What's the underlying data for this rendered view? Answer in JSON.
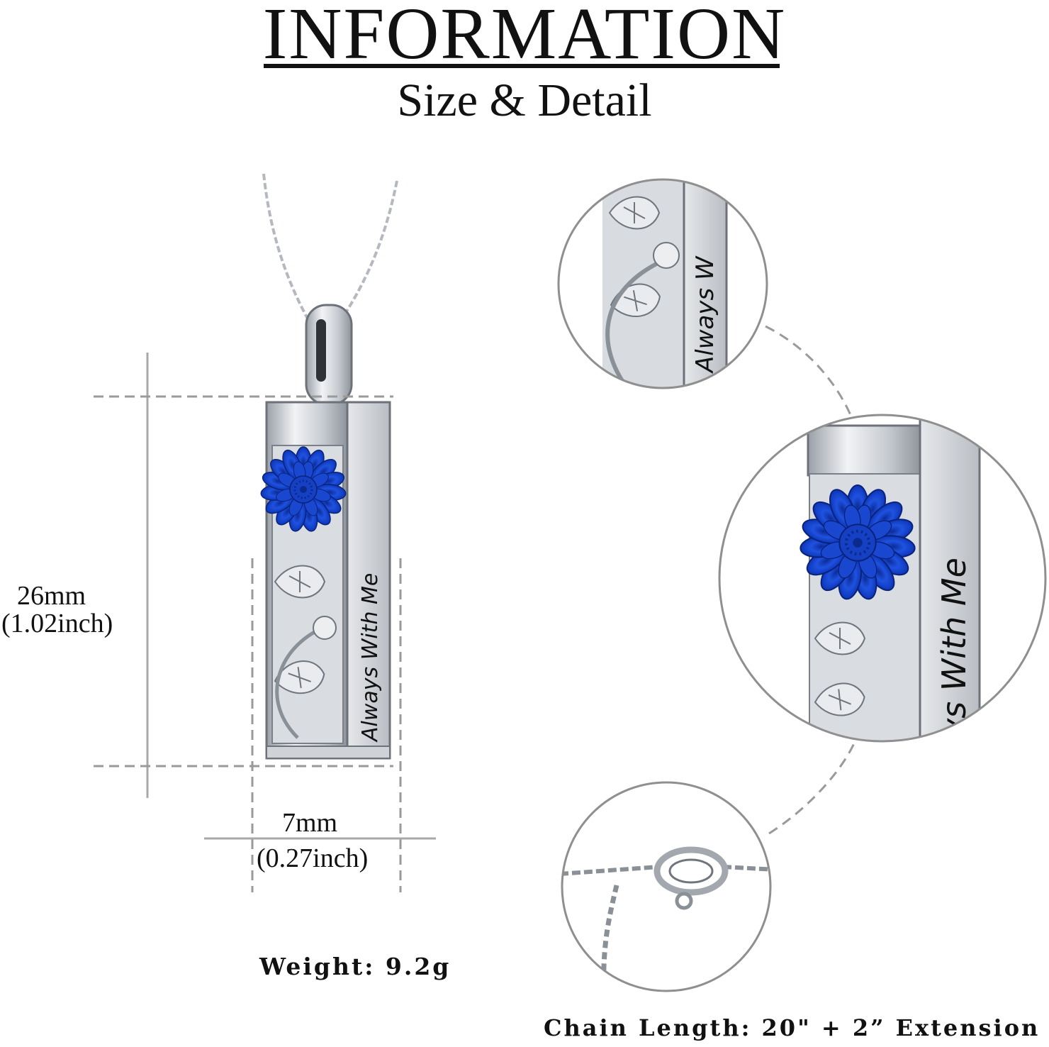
{
  "header": {
    "title": "INFORMATION",
    "subtitle": "Size & Detail"
  },
  "pendant": {
    "engraving": "Always With Me"
  },
  "dimensions": {
    "height_mm": "26mm",
    "height_inch": "(1.02inch)",
    "width_mm": "7mm",
    "width_inch": "(0.27inch)"
  },
  "specs": {
    "weight": "Weight: 9.2g",
    "chain_length": "Chain Length: 20\" +  2”  Extension"
  },
  "colors": {
    "flower": "#1e4fd8",
    "silver": "#c9ccd2",
    "dashed_line": "#9a9a9a"
  }
}
